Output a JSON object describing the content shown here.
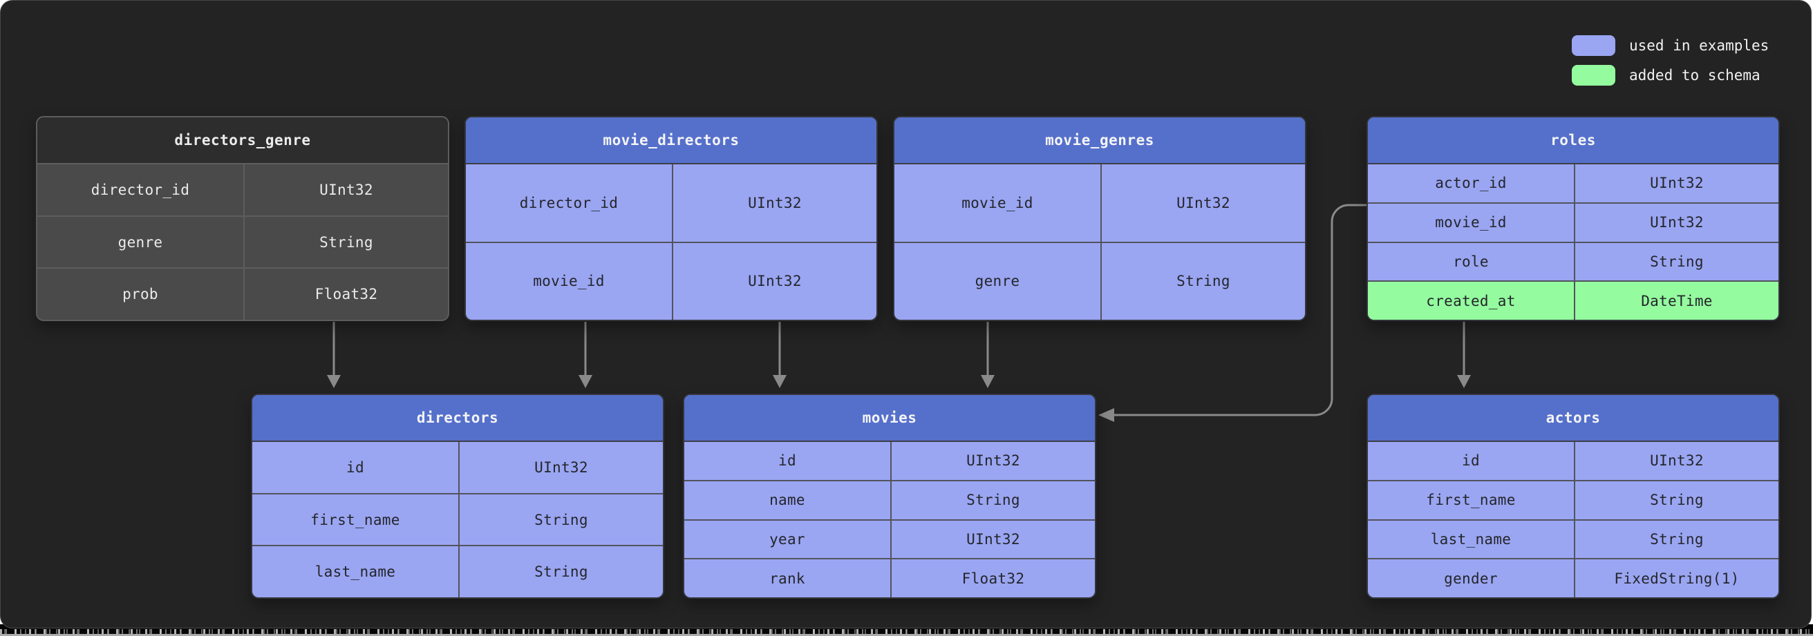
{
  "legend": {
    "items": [
      {
        "id": "used-in-examples",
        "label": "used in examples",
        "swatch_color": "#9aa6f2"
      },
      {
        "id": "added-to-schema",
        "label": "added to schema",
        "swatch_color": "#94fb9f"
      }
    ]
  },
  "tables": {
    "directors_genre": {
      "title": "directors_genre",
      "theme": "muted",
      "rows": [
        {
          "name": "director_id",
          "type": "UInt32"
        },
        {
          "name": "genre",
          "type": "String"
        },
        {
          "name": "prob",
          "type": "Float32"
        }
      ]
    },
    "movie_directors": {
      "title": "movie_directors",
      "theme": "blue",
      "rows": [
        {
          "name": "director_id",
          "type": "UInt32"
        },
        {
          "name": "movie_id",
          "type": "UInt32"
        }
      ]
    },
    "movie_genres": {
      "title": "movie_genres",
      "theme": "blue",
      "rows": [
        {
          "name": "movie_id",
          "type": "UInt32"
        },
        {
          "name": "genre",
          "type": "String"
        }
      ]
    },
    "roles": {
      "title": "roles",
      "theme": "blue",
      "rows": [
        {
          "name": "actor_id",
          "type": "UInt32"
        },
        {
          "name": "movie_id",
          "type": "UInt32"
        },
        {
          "name": "role",
          "type": "String"
        },
        {
          "name": "created_at",
          "type": "DateTime",
          "highlight": "added-to-schema"
        }
      ]
    },
    "directors": {
      "title": "directors",
      "theme": "blue",
      "rows": [
        {
          "name": "id",
          "type": "UInt32"
        },
        {
          "name": "first_name",
          "type": "String"
        },
        {
          "name": "last_name",
          "type": "String"
        }
      ]
    },
    "movies": {
      "title": "movies",
      "theme": "blue",
      "rows": [
        {
          "name": "id",
          "type": "UInt32"
        },
        {
          "name": "name",
          "type": "String"
        },
        {
          "name": "year",
          "type": "UInt32"
        },
        {
          "name": "rank",
          "type": "Float32"
        }
      ]
    },
    "actors": {
      "title": "actors",
      "theme": "blue",
      "rows": [
        {
          "name": "id",
          "type": "UInt32"
        },
        {
          "name": "first_name",
          "type": "String"
        },
        {
          "name": "last_name",
          "type": "String"
        },
        {
          "name": "gender",
          "type": "FixedString(1)"
        }
      ]
    }
  },
  "edges": [
    {
      "from": "directors_genre",
      "to": "directors"
    },
    {
      "from": "movie_directors.director_id",
      "to": "directors"
    },
    {
      "from": "movie_directors.movie_id",
      "to": "movies"
    },
    {
      "from": "movie_genres.movie_id",
      "to": "movies"
    },
    {
      "from": "roles.movie_id",
      "to": "movies"
    },
    {
      "from": "roles.actor_id",
      "to": "actors"
    }
  ],
  "colors": {
    "panel_bg": "#232323",
    "header_blue": "#5570cb",
    "row_blue": "#9aa6f2",
    "added_green": "#94fb9f",
    "muted_header": "#2d2d2d",
    "muted_row": "#4a4a4a",
    "connector": "#8a8a8a"
  }
}
